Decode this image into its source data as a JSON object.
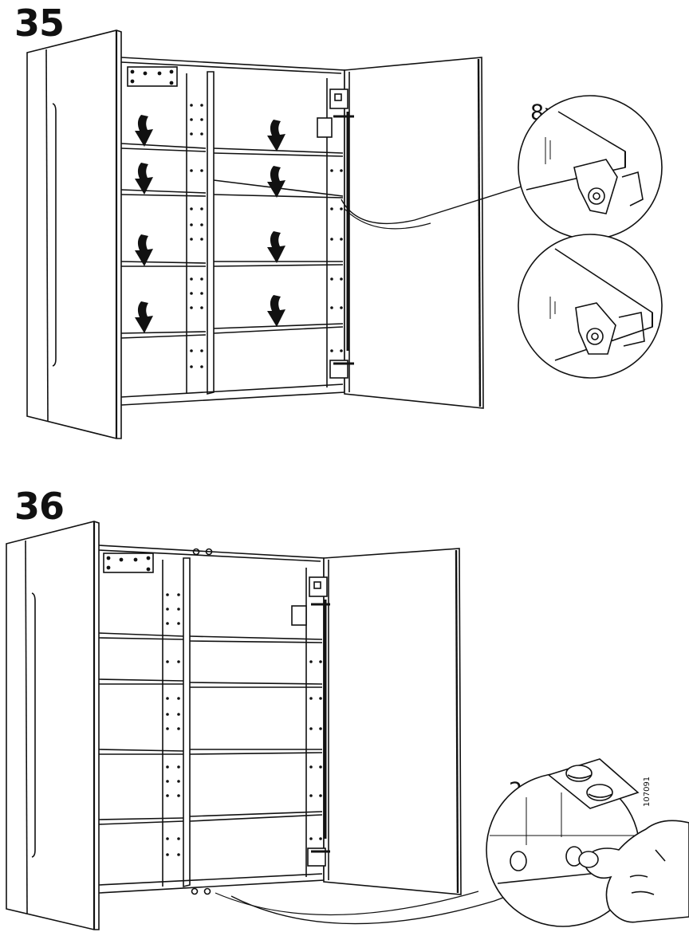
{
  "steps": [
    {
      "number": "35",
      "callout_quantity": "8x"
    },
    {
      "number": "36",
      "callout_quantity": "2x",
      "part_code": "107091"
    }
  ]
}
